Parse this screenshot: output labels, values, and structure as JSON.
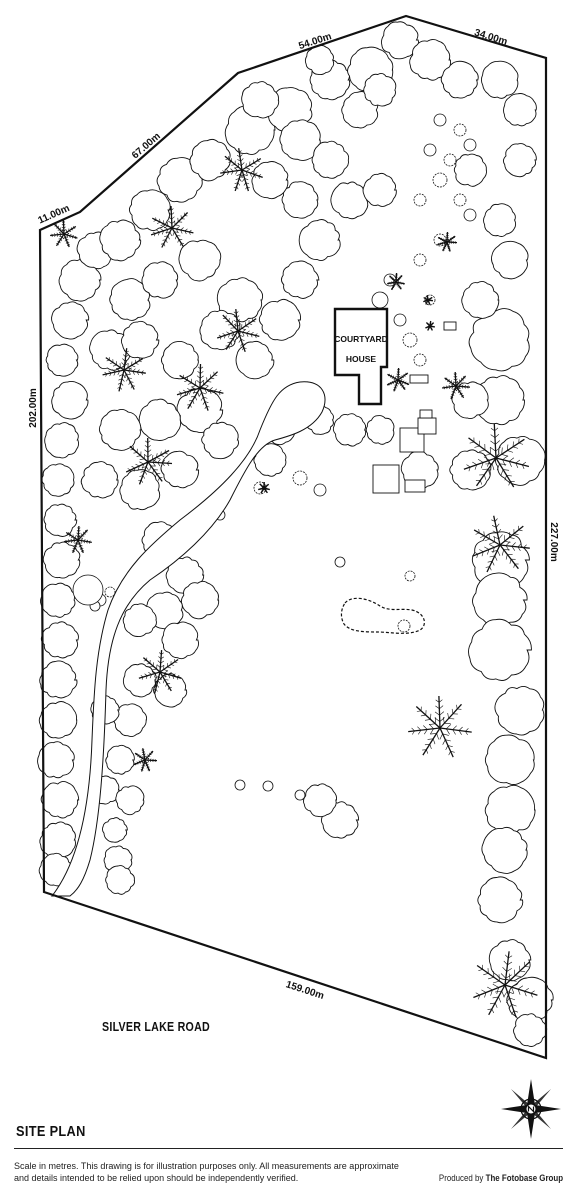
{
  "plan": {
    "dimensions": {
      "top_left": "11.00m",
      "upper_left": "67.00m",
      "top_center": "54.00m",
      "top_right": "34.00m",
      "left": "202.00m",
      "right": "227.00m",
      "bottom": "159.00m"
    },
    "building": {
      "line1": "COURTYARD",
      "line2": "HOUSE"
    },
    "road": "SILVER LAKE ROAD"
  },
  "footer": {
    "title": "SITE PLAN",
    "disclaimer": "Scale in metres. This drawing is for illustration purposes only. All measurements are approximate and details intended to be relied upon should be independently verified.",
    "produced_prefix": "Produced by ",
    "produced_brand": "The Fotobase Group"
  },
  "icons": {
    "compass": "compass-rose-icon"
  },
  "colors": {
    "line": "#111111",
    "background": "#ffffff"
  }
}
